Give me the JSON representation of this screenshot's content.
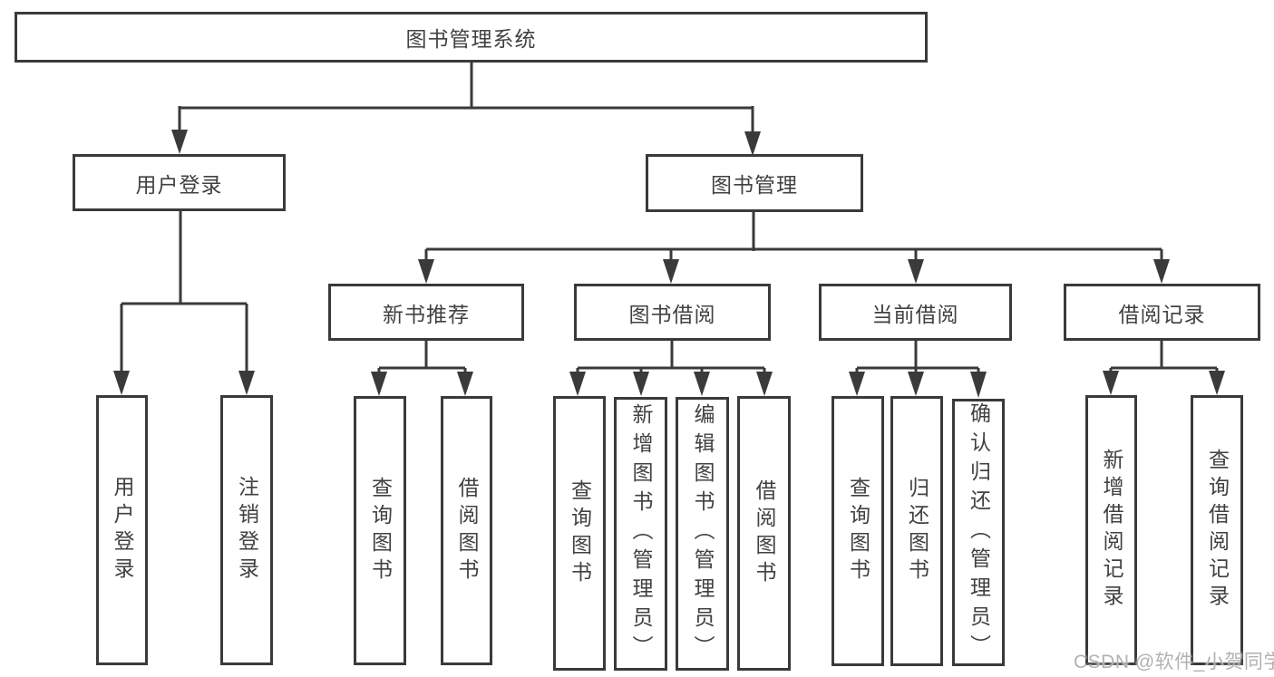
{
  "nodes": {
    "root": "图书管理系统",
    "user_login": "用户登录",
    "book_mgmt": "图书管理",
    "new_book_rec": "新书推荐",
    "book_borrow": "图书借阅",
    "current_borrow": "当前借阅",
    "borrow_records": "借阅记录",
    "ul_user_login": "用户登录",
    "ul_logout": "注销登录",
    "nb_query_books": "查询图书",
    "nb_borrow_books": "借阅图书",
    "bb_query_books": "查询图书",
    "bb_add_books": "新增图书（管理员）",
    "bb_edit_books": "编辑图书（管理员）",
    "bb_borrow_books": "借阅图书",
    "cb_query_books": "查询图书",
    "cb_return_books": "归还图书",
    "cb_confirm_return": "确认归还（管理员）",
    "br_add_record": "新增借阅记录",
    "br_query_record": "查询借阅记录"
  },
  "watermark": "CSDN @软件_小贺同学",
  "colors": {
    "line": "#3a3a3a",
    "text": "#414141",
    "watermark": "#b2b2b2",
    "background": "#ffffff"
  }
}
